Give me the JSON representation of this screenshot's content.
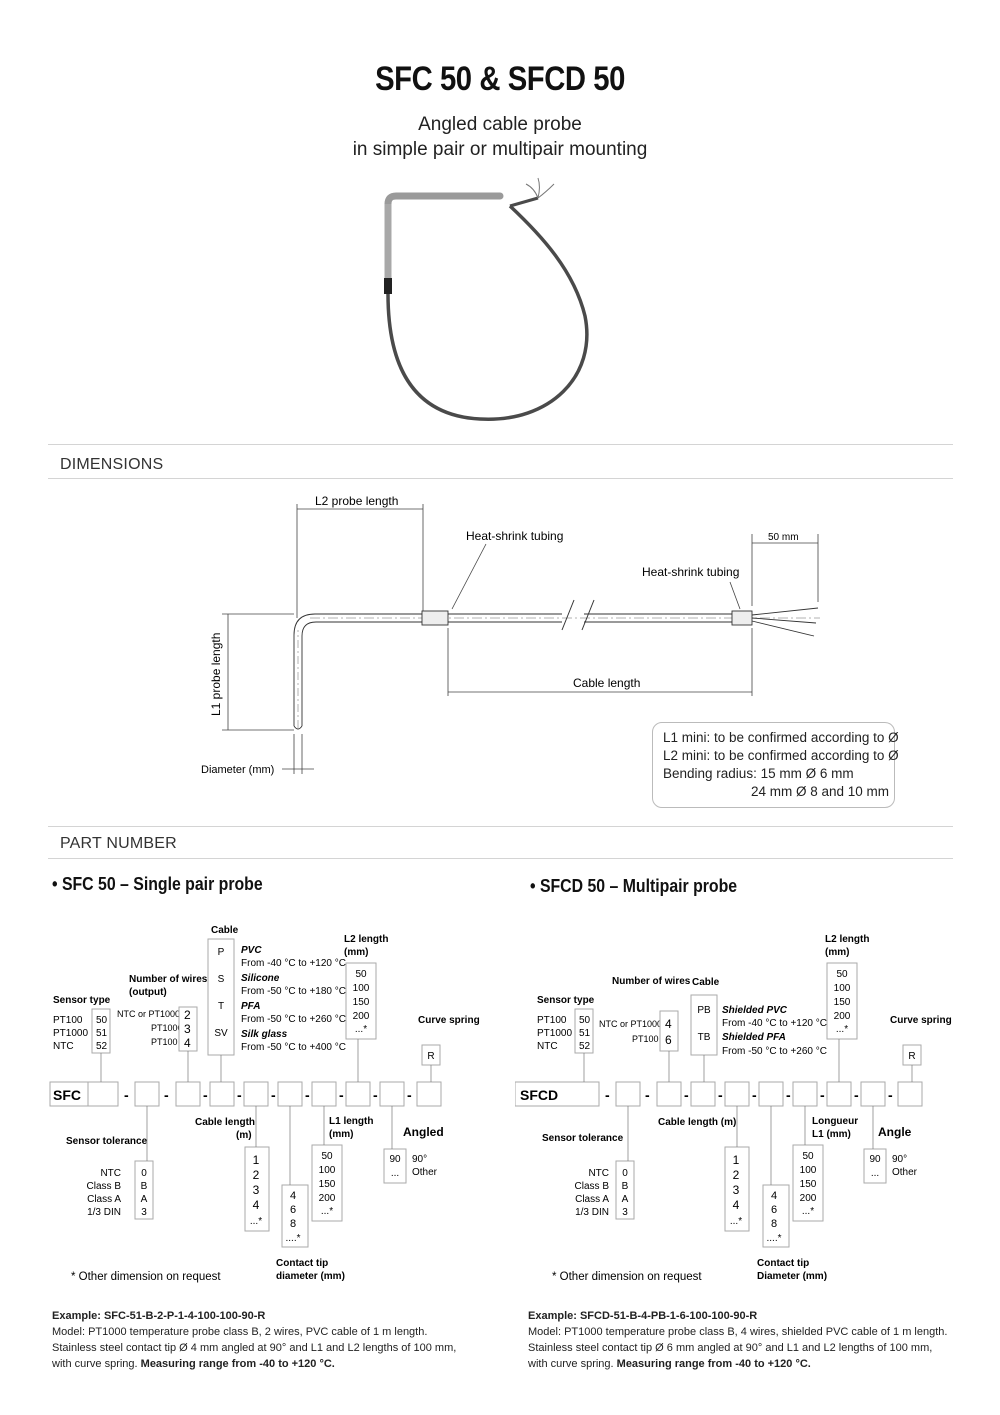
{
  "title": "SFC 50 & SFCD 50",
  "subtitle": [
    "Angled cable probe",
    "in simple pair or multipair mounting"
  ],
  "sections": {
    "dimensions": "DIMENSIONS",
    "part_number": "PART NUMBER"
  },
  "dimensions": {
    "l2": "L2 probe length",
    "l1": "L1 probe length",
    "heat1": "Heat-shrink tubing",
    "heat2": "Heat-shrink tubing",
    "mm50": "50 mm",
    "cable_length": "Cable length",
    "diameter": "Diameter (mm)",
    "notes": [
      "L1 mini: to be confirmed according to Ø",
      "L2 mini: to be confirmed according to Ø",
      "Bending radius: 15 mm Ø 6 mm",
      "24 mm Ø 8 and 10 mm"
    ]
  },
  "sfc": {
    "heading": "• SFC 50 – Single pair probe",
    "code": "SFC",
    "sensor_type_label": "Sensor type",
    "sensor_types": [
      "PT100",
      "PT1000",
      "NTC"
    ],
    "sensor_codes": [
      "50",
      "51",
      "52"
    ],
    "wires_label": [
      "Number of wires",
      "(output)"
    ],
    "wires_types": [
      "NTC or PT1000",
      "PT1000",
      "PT100"
    ],
    "wires_codes": [
      "2",
      "3",
      "4"
    ],
    "cable_label": "Cable",
    "cable_codes": [
      "P",
      "S",
      "T",
      "SV"
    ],
    "cable_names": [
      "PVC",
      "Silicone",
      "PFA",
      "Silk glass"
    ],
    "cable_ranges": [
      "From -40 °C to +120 °C",
      "From -50 °C to +180 °C",
      "From -50 °C to +260 °C",
      "From -50 °C to +400 °C"
    ],
    "l2_label": [
      "L2 length",
      "(mm)"
    ],
    "l2_values": [
      "50",
      "100",
      "150",
      "200",
      "...*"
    ],
    "curve_label": "Curve spring",
    "curve_code": "R",
    "tolerance_label": "Sensor tolerance",
    "tolerance_names": [
      "NTC",
      "Class B",
      "Class A",
      "1/3 DIN"
    ],
    "tolerance_codes": [
      "0",
      "B",
      "A",
      "3"
    ],
    "cable_length_label": [
      "Cable length",
      "(m)"
    ],
    "cable_length_values": [
      "1",
      "2",
      "3",
      "4",
      "...*"
    ],
    "contact_label": [
      "Contact tip",
      "diameter (mm)"
    ],
    "contact_values": [
      "4",
      "6",
      "8",
      "....*"
    ],
    "l1_label": [
      "L1 length",
      "(mm)"
    ],
    "l1_values": [
      "50",
      "100",
      "150",
      "200",
      "...*"
    ],
    "angled_label": "Angled",
    "angle_values": [
      "90",
      "..."
    ],
    "angle_names": [
      "90°",
      "Other"
    ],
    "footnote": "* Other dimension on request",
    "example_title": "Example: SFC-51-B-2-P-1-4-100-100-90-R",
    "example_text": "Model: PT1000 temperature probe class B, 2 wires, PVC cable of 1 m length. Stainless steel contact tip Ø 4 mm angled at 90° and L1 and L2 lengths of 100 mm, with curve spring.",
    "example_bold": "Measuring range from -40 to +120 °C."
  },
  "sfcd": {
    "heading": "• SFCD 50 – Multipair probe",
    "code": "SFCD",
    "sensor_type_label": "Sensor type",
    "sensor_types": [
      "PT100",
      "PT1000",
      "NTC"
    ],
    "sensor_codes": [
      "50",
      "51",
      "52"
    ],
    "wires_label": "Number of wires",
    "wires_types": [
      "NTC or PT1000",
      "PT100"
    ],
    "wires_codes": [
      "4",
      "6"
    ],
    "cable_label": "Cable",
    "cable_codes": [
      "PB",
      "TB"
    ],
    "cable_names": [
      "Shielded PVC",
      "Shielded PFA"
    ],
    "cable_ranges": [
      "From -40 °C to +120 °C",
      "From -50 °C to +260 °C"
    ],
    "l2_label": [
      "L2 length",
      "(mm)"
    ],
    "l2_values": [
      "50",
      "100",
      "150",
      "200",
      "...*"
    ],
    "curve_label": "Curve spring",
    "curve_code": "R",
    "tolerance_label": "Sensor tolerance",
    "tolerance_names": [
      "NTC",
      "Class B",
      "Class A",
      "1/3 DIN"
    ],
    "tolerance_codes": [
      "0",
      "B",
      "A",
      "3"
    ],
    "cable_length_label": "Cable length (m)",
    "cable_length_values": [
      "1",
      "2",
      "3",
      "4",
      "...*"
    ],
    "contact_label": [
      "Contact tip",
      "Diameter (mm)"
    ],
    "contact_values": [
      "4",
      "6",
      "8",
      "....*"
    ],
    "l1_label": [
      "Longueur",
      "L1 (mm)"
    ],
    "l1_values": [
      "50",
      "100",
      "150",
      "200",
      "...*"
    ],
    "angled_label": "Angle",
    "angle_values": [
      "90",
      "..."
    ],
    "angle_names": [
      "90°",
      "Other"
    ],
    "footnote": "* Other dimension on request",
    "example_title": "Example: SFCD-51-B-4-PB-1-6-100-100-90-R",
    "example_text": "Model: PT1000 temperature probe class B, 4 wires, shielded PVC cable of 1 m length. Stainless steel contact tip Ø 6 mm angled at 90° and L1 and L2 lengths of 100 mm, with curve spring.",
    "example_bold": "Measuring range from -40 to +120 °C."
  }
}
